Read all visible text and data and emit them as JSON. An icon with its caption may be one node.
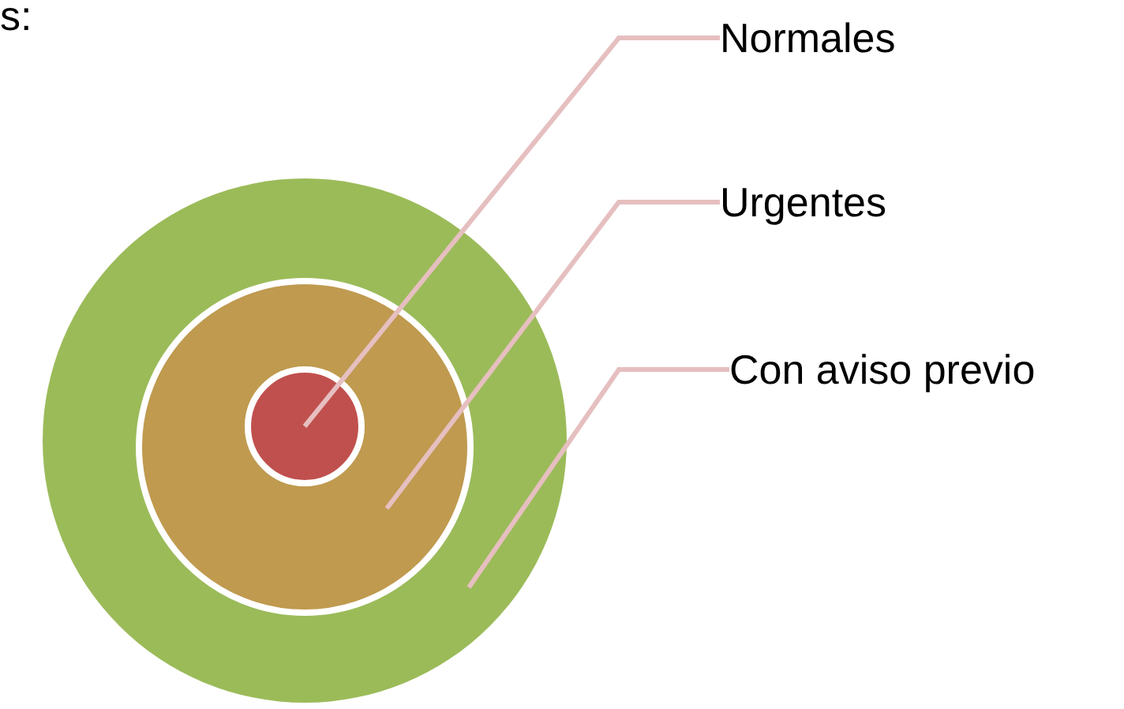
{
  "diagram": {
    "nodes": [
      {
        "text": [],
        "shape": "circle"
      },
      {
        "text": [],
        "shape": "circle",
        "in": 0
      },
      {
        "text": [],
        "shape": "circle",
        "in": 1
      },
      {
        "text": [
          "Normales"
        ]
      },
      {
        "text": [
          "Urgentes"
        ]
      },
      {
        "text": [
          "Con aviso previo"
        ]
      }
    ],
    "edges": [
      {
        "from": 3,
        "to": 2,
        "arrow": "none"
      },
      {
        "from": 4,
        "to": 1,
        "arrow": "none"
      },
      {
        "from": 5,
        "to": 0,
        "arrow": "none"
      }
    ],
    "labels": [
      "s:"
    ]
  }
}
